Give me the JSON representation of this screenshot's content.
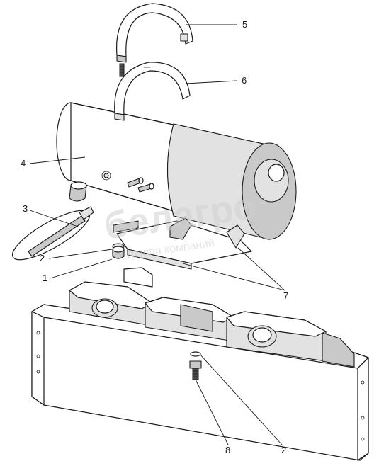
{
  "callouts": [
    {
      "id": "c5",
      "label": "5"
    },
    {
      "id": "c6",
      "label": "6"
    },
    {
      "id": "c4",
      "label": "4"
    },
    {
      "id": "c3",
      "label": "3"
    },
    {
      "id": "c2a",
      "label": "2"
    },
    {
      "id": "c1",
      "label": "1"
    },
    {
      "id": "c7",
      "label": "7"
    },
    {
      "id": "c8",
      "label": "8"
    },
    {
      "id": "c2b",
      "label": "2"
    }
  ],
  "watermark": {
    "brand": "белагро",
    "tagline": "группа компаний"
  },
  "colors": {
    "ink": "#1a1a1a",
    "background": "#ffffff",
    "watermark": "#d0d0d0"
  }
}
